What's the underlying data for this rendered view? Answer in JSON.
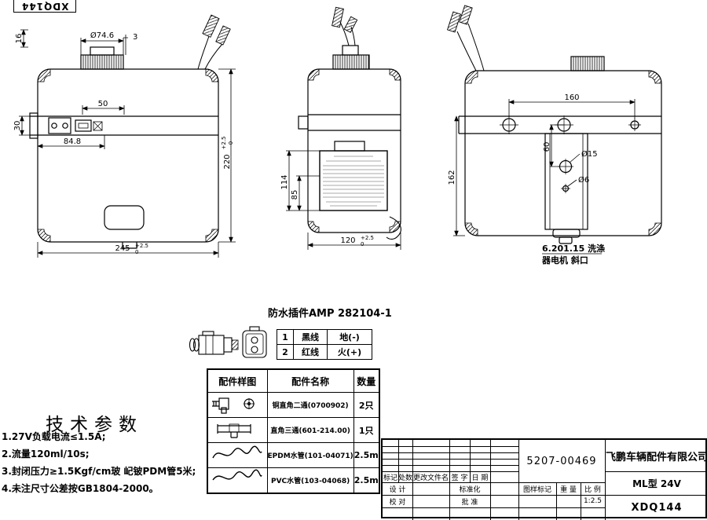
{
  "corner_stamp": "XDQ144",
  "dims": {
    "tol_plus": "+2.5",
    "tol_zero": "0",
    "front": {
      "cap_dia": "Ø74.6",
      "d16": "16",
      "d3": "3",
      "d50": "50",
      "d84": "84.8",
      "d30": "30",
      "d220": "220",
      "d245": "245"
    },
    "side": {
      "d114": "114",
      "d85": "85",
      "d120": "120"
    },
    "rear": {
      "d160": "160",
      "d162": "162",
      "d60": "60",
      "dia15": "Ø15",
      "dia6": "Ø6",
      "note1": "6.201.15 洗涤",
      "note2": "器电机 斜口"
    }
  },
  "connector": {
    "title": "防水插件AMP 282104-1",
    "pins": [
      {
        "no": "1",
        "wire": "黑线",
        "pol": "地(-)"
      },
      {
        "no": "2",
        "wire": "红线",
        "pol": "火(+)"
      }
    ]
  },
  "parts": {
    "headers": [
      "配件样图",
      "配件名称",
      "数量"
    ],
    "rows": [
      {
        "name": "铜直角二通(0700902)",
        "qty": "2只"
      },
      {
        "name": "直角三通(601-214.00)",
        "qty": "1只"
      },
      {
        "name": "EPDM水管(101-04071)",
        "qty": "2.5m"
      },
      {
        "name": "PVC水管(103-04068)",
        "qty": "2.5m"
      }
    ]
  },
  "tech": {
    "title": "技术参数",
    "lines": [
      "1.27V负载电流≤1.5A;",
      "2.流量120ml/10s;",
      "3.封闭压力≥1.5Kgf/cm玻  屺铍PDM管5米;",
      "4.未注尺寸公差按GB1804-2000。"
    ]
  },
  "title_block": {
    "drawing_no": "5207-00469",
    "company": "飞鹏车辆配件有限公司",
    "model": "ML型 24V",
    "code": "XDQ144",
    "scale": "1:2.5",
    "labels": {
      "mark": "标记",
      "qty": "处数",
      "change_doc": "更改文件名",
      "sign": "签 字",
      "date": "日 期",
      "design": "设 计",
      "standardize": "标准化",
      "check": "校 对",
      "approve": "批 准",
      "stamp": "图样标记",
      "weight": "重 量",
      "ratio": "比 例"
    }
  }
}
